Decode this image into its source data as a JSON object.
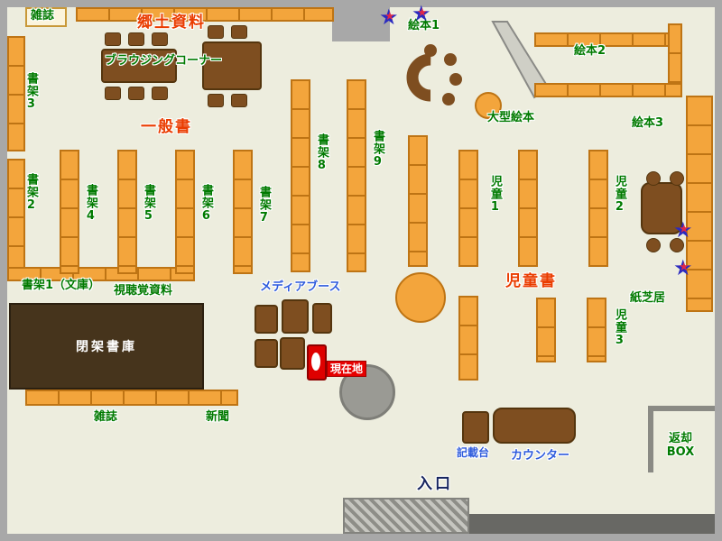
{
  "colors": {
    "wall": "#A8A8A8",
    "floor": "#EDEDDE",
    "shelf": "#F3A53C",
    "shelf_border": "#BE7414",
    "furniture": "#7E4E20",
    "closed_stack": "#46341C",
    "label_green": "#007A00",
    "label_red": "#EA3C00",
    "label_blue": "#2E5BDC",
    "entrance_text": "#16245E",
    "current_location_bg": "#E60000",
    "star_outer": "#2B2BC0",
    "star_inner": "#E02848"
  },
  "labels": {
    "magazines_top": "雑誌",
    "local_history": "郷土資料",
    "browsing_corner": "ブラウジングコーナー",
    "stack3": "書架3",
    "stack2": "書架2",
    "general_books": "一般書",
    "stack4": "書架4",
    "stack5": "書架5",
    "stack6": "書架6",
    "stack7": "書架7",
    "stack8": "書架8",
    "stack9": "書架9",
    "picture_book1": "絵本1",
    "picture_book2": "絵本2",
    "picture_book3": "絵本3",
    "large_picture_book": "大型絵本",
    "children1": "児童1",
    "children2": "児童2",
    "children3": "児童3",
    "children_books": "児童書",
    "kamishibai": "紙芝居",
    "stack1_bunko": "書架1（文庫）",
    "audio_visual": "視聴覚資料",
    "media_booth": "メディアブース",
    "closed_stacks": "閉架書庫",
    "current_location": "現在地",
    "magazines_bottom": "雑誌",
    "newspapers": "新聞",
    "writing_stand": "記載台",
    "counter": "カウンター",
    "entrance": "入口",
    "return_line1": "返却",
    "return_line2": "BOX"
  },
  "markers": {
    "star": "★"
  }
}
